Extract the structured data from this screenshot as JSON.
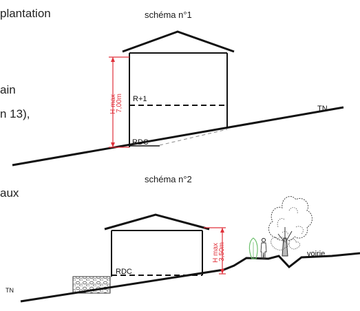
{
  "left_text": {
    "line1": "plantation",
    "line2": "ain",
    "line3": "n 13),",
    "line4": "aux"
  },
  "schema1": {
    "title": "schéma n°1",
    "height_label": "H max\n7,00m",
    "floor_upper": "R+1",
    "floor_ground": "RDC",
    "terrain_label": "TN"
  },
  "schema2": {
    "title": "schéma n°2",
    "height_label": "H max\n3,50m",
    "floor_ground": "RDC",
    "road_label": "voirie",
    "terrain_label": "TN"
  }
}
